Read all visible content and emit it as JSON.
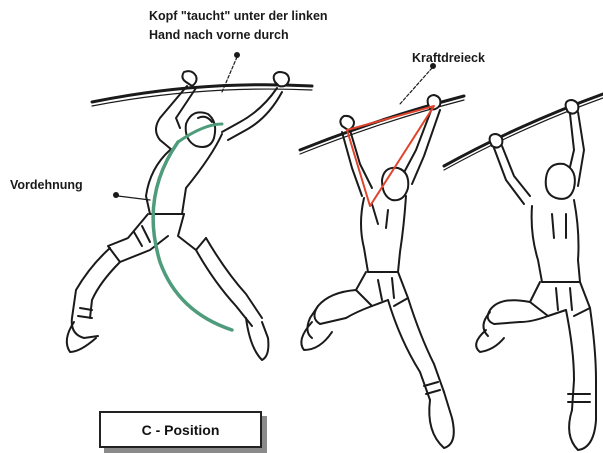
{
  "labels": {
    "head_note_line1": "Kopf \"taucht\" unter der linken",
    "head_note_line2": "Hand nach vorne durch",
    "force_triangle": "Kraftdreieck",
    "pre_stretch": "Vordehnung",
    "position": "C - Position"
  },
  "colors": {
    "ink": "#1a1a1a",
    "arc": "#4f9c7c",
    "triangle": "#e0442c",
    "shadow": "#8a8a8a"
  }
}
